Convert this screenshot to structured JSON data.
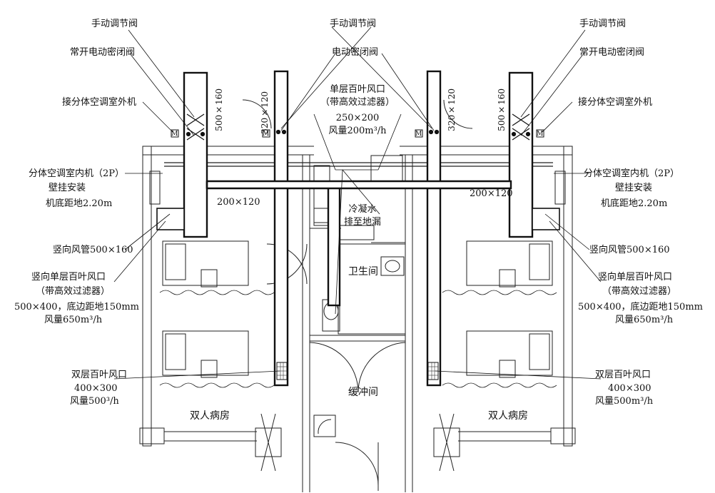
{
  "labels": {
    "manual_damper_l": "手动调节阀",
    "manual_damper_c": "手动调节阀",
    "manual_damper_r": "手动调节阀",
    "no_elec_damper_l": "常开电动密闭阀",
    "no_elec_damper_r": "常开电动密闭阀",
    "elec_damper_c": "电动密闭阀",
    "outdoor_unit_l": "接分体空调室外机",
    "outdoor_unit_r": "接分体空调室外机",
    "duct_500x160_l": "500×160",
    "duct_500x160_r": "500×160",
    "duct_320x120_l": "320×120",
    "duct_320x120_r": "320×120",
    "grille_center_1": "单层百叶风口",
    "grille_center_2": "（带高效过滤器）",
    "grille_center_3": "250×200",
    "grille_center_4": "风量200m³/h",
    "indoor_unit_l_1": "分体空调室内机（2P）",
    "indoor_unit_l_2": "壁挂安装",
    "indoor_unit_l_3": "机底距地2.20m",
    "indoor_unit_r_1": "分体空调室内机（2P）",
    "indoor_unit_r_2": "壁挂安装",
    "indoor_unit_r_3": "机底距地2.20m",
    "duct_200x120_l": "200×120",
    "duct_200x120_r": "200×120",
    "condensate_1": "冷凝水",
    "condensate_2": "排至地漏",
    "vertical_duct_l": "竖向风管500×160",
    "vertical_duct_r": "竖向风管500×160",
    "vgrille_l_1": "竖向单层百叶风口",
    "vgrille_l_2": "（带高效过滤器）",
    "vgrille_l_3": "500×400，底边距地150mm",
    "vgrille_l_4": "风量650m³/h",
    "vgrille_r_1": "竖向单层百叶风口",
    "vgrille_r_2": "（带高效过滤器）",
    "vgrille_r_3": "500×400，底边距地150mm",
    "vgrille_r_4": "风量650m³/h",
    "bathroom": "卫生间",
    "dgrille_l_1": "双层百叶风口",
    "dgrille_l_2": "400×300",
    "dgrille_l_3": "风量500³/h",
    "dgrille_r_1": "双层百叶风口",
    "dgrille_r_2": "400×300",
    "dgrille_r_3": "风量500m³/h",
    "buffer_room": "缓冲间",
    "ward_l": "双人病房",
    "ward_r": "双人病房"
  }
}
